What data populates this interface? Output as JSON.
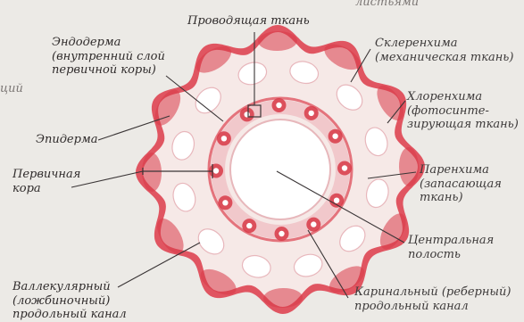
{
  "diagram": {
    "colors": {
      "background": "#ECEAE6",
      "section_fill": "#F6E9E7",
      "tissue_red": "#E05561",
      "deep_red": "#D83A48",
      "cavity": "#FFFFFF",
      "leader_line": "#3A3536"
    },
    "labels": {
      "top_partial": "листьями",
      "left_partial": "ций",
      "conducting": "Проводящая ткань",
      "endoderm": "Эндодерма\n(внутренний слой\nпервичной коры)",
      "epidermis": "Эпидерма",
      "primary_cortex": "Первичная\nкора",
      "vallecular": "Валлекулярный\n(ложбиночный)\nпродольный канал",
      "sclerenchyma": "Склеренхима\n(механическая ткань)",
      "chlorenchyma": "Хлоренхима\n(фотосинте-\nзирующая ткань)",
      "parenchyma": "Паренхима\n(запасающая\nткань)",
      "central_cavity": "Центральная\nполость",
      "carinal": "Каринальный (реберный)\nпродольный канал"
    }
  }
}
